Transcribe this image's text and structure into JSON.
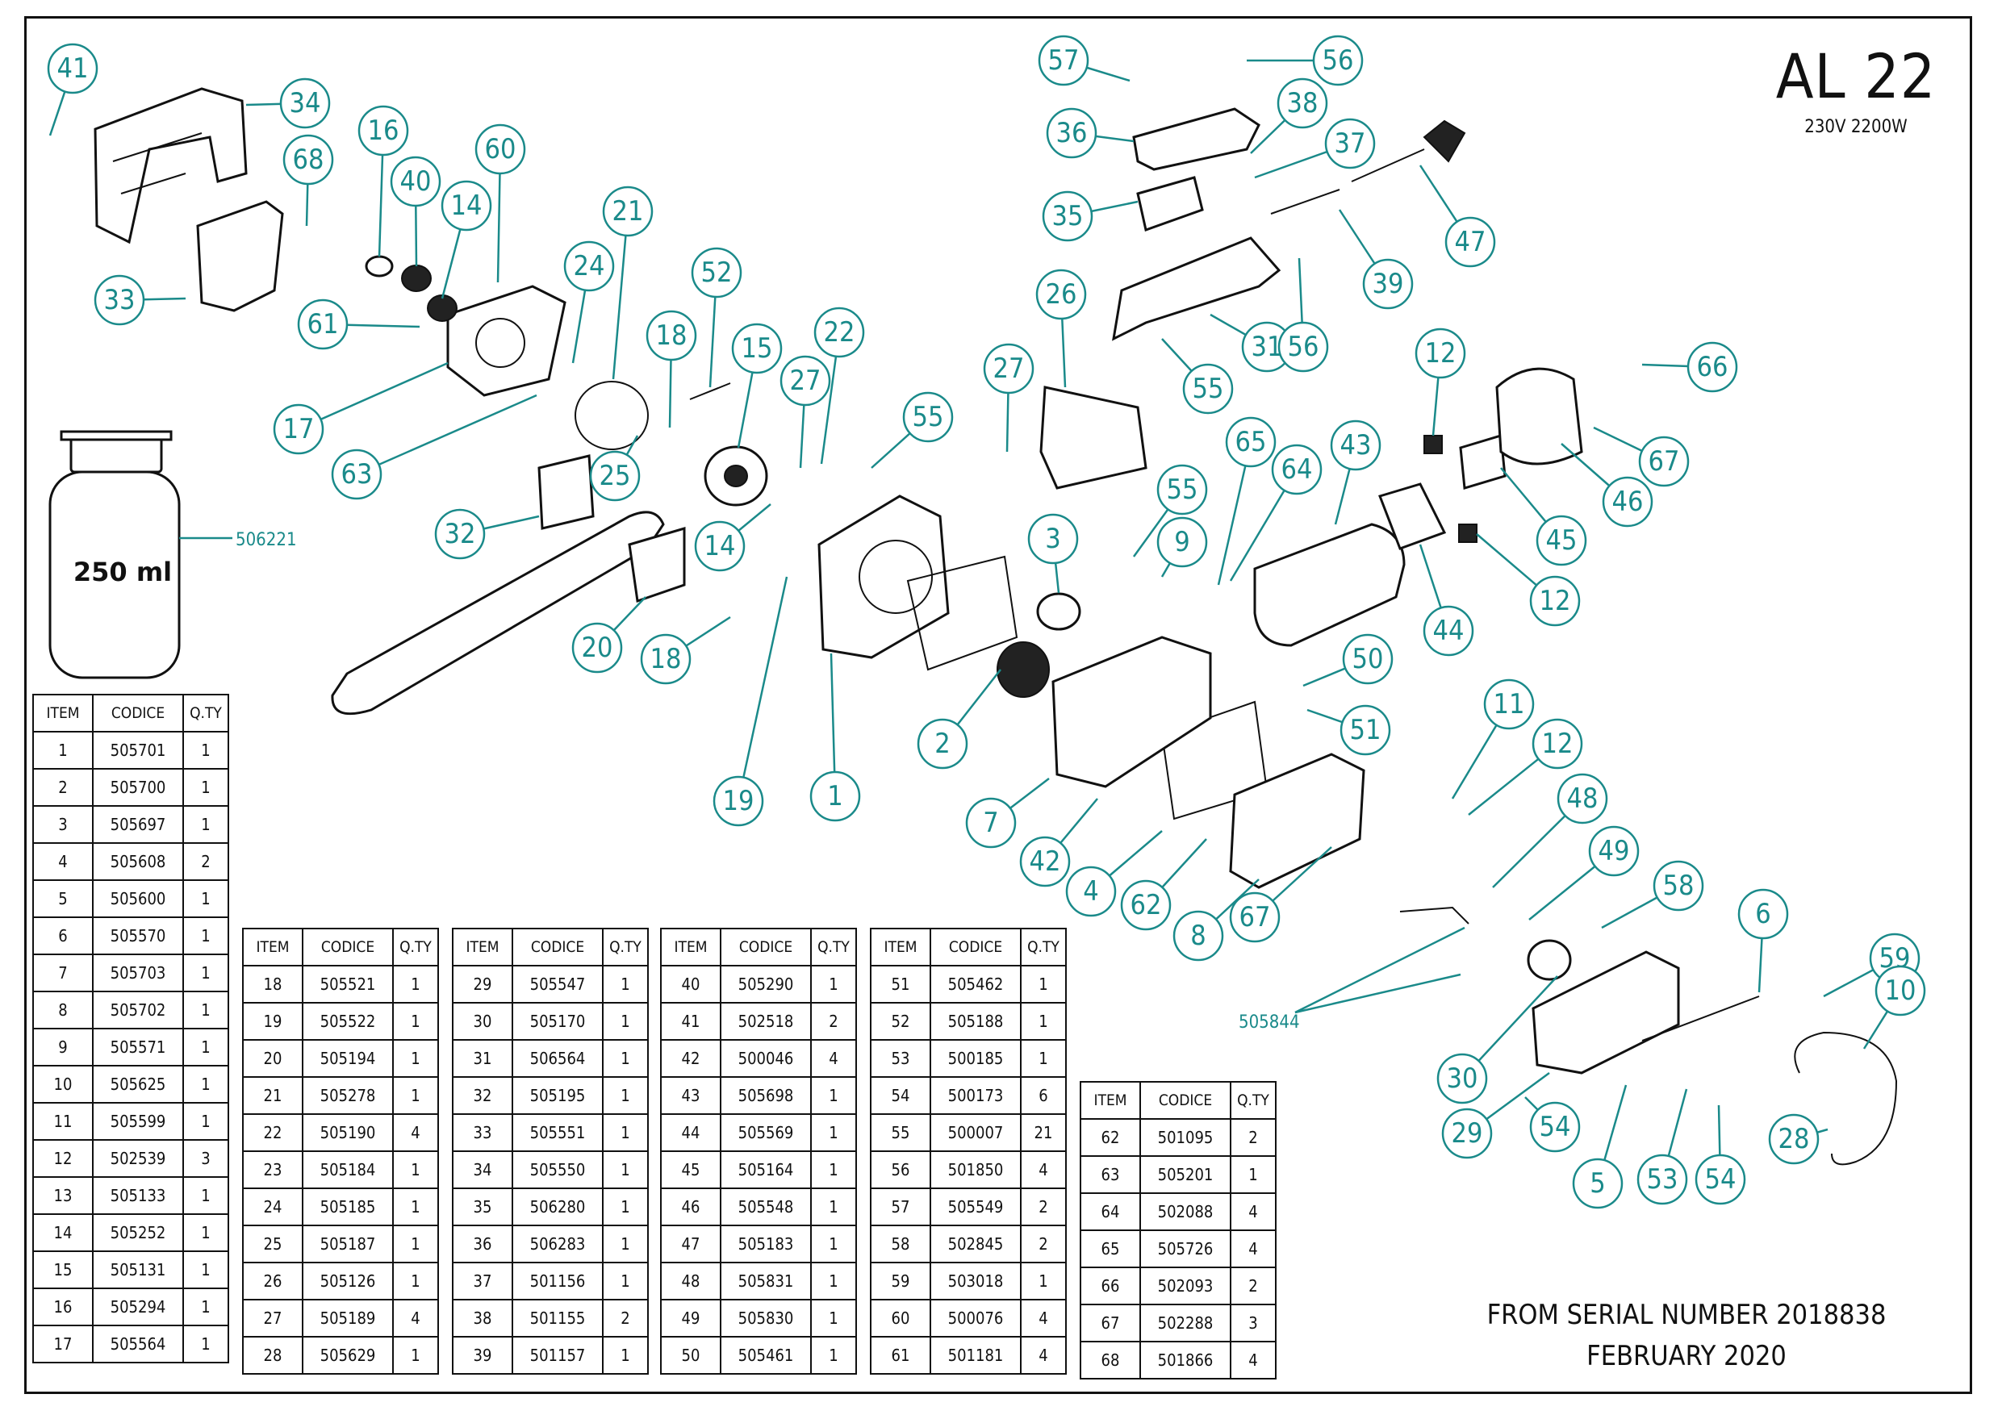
{
  "header": {
    "model": "AL 22",
    "rating": "230V 2200W"
  },
  "footer": {
    "line1": "FROM SERIAL NUMBER 2018838",
    "line2": "FEBRUARY 2020"
  },
  "bottle": {
    "label": "250 ml",
    "code": "506221"
  },
  "kit": {
    "code": "505844"
  },
  "columns": {
    "item": "ITEM",
    "code": "CODICE",
    "qty": "Q.TY"
  },
  "tables": [
    {
      "rows": [
        {
          "item": "1",
          "code": "505701",
          "qty": "1"
        },
        {
          "item": "2",
          "code": "505700",
          "qty": "1"
        },
        {
          "item": "3",
          "code": "505697",
          "qty": "1"
        },
        {
          "item": "4",
          "code": "505608",
          "qty": "2"
        },
        {
          "item": "5",
          "code": "505600",
          "qty": "1"
        },
        {
          "item": "6",
          "code": "505570",
          "qty": "1"
        },
        {
          "item": "7",
          "code": "505703",
          "qty": "1"
        },
        {
          "item": "8",
          "code": "505702",
          "qty": "1"
        },
        {
          "item": "9",
          "code": "505571",
          "qty": "1"
        },
        {
          "item": "10",
          "code": "505625",
          "qty": "1"
        },
        {
          "item": "11",
          "code": "505599",
          "qty": "1"
        },
        {
          "item": "12",
          "code": "502539",
          "qty": "3"
        },
        {
          "item": "13",
          "code": "505133",
          "qty": "1"
        },
        {
          "item": "14",
          "code": "505252",
          "qty": "1"
        },
        {
          "item": "15",
          "code": "505131",
          "qty": "1"
        },
        {
          "item": "16",
          "code": "505294",
          "qty": "1"
        },
        {
          "item": "17",
          "code": "505564",
          "qty": "1"
        }
      ]
    },
    {
      "rows": [
        {
          "item": "18",
          "code": "505521",
          "qty": "1"
        },
        {
          "item": "19",
          "code": "505522",
          "qty": "1"
        },
        {
          "item": "20",
          "code": "505194",
          "qty": "1"
        },
        {
          "item": "21",
          "code": "505278",
          "qty": "1"
        },
        {
          "item": "22",
          "code": "505190",
          "qty": "4"
        },
        {
          "item": "23",
          "code": "505184",
          "qty": "1"
        },
        {
          "item": "24",
          "code": "505185",
          "qty": "1"
        },
        {
          "item": "25",
          "code": "505187",
          "qty": "1"
        },
        {
          "item": "26",
          "code": "505126",
          "qty": "1"
        },
        {
          "item": "27",
          "code": "505189",
          "qty": "4"
        },
        {
          "item": "28",
          "code": "505629",
          "qty": "1"
        }
      ]
    },
    {
      "rows": [
        {
          "item": "29",
          "code": "505547",
          "qty": "1"
        },
        {
          "item": "30",
          "code": "505170",
          "qty": "1"
        },
        {
          "item": "31",
          "code": "506564",
          "qty": "1"
        },
        {
          "item": "32",
          "code": "505195",
          "qty": "1"
        },
        {
          "item": "33",
          "code": "505551",
          "qty": "1"
        },
        {
          "item": "34",
          "code": "505550",
          "qty": "1"
        },
        {
          "item": "35",
          "code": "506280",
          "qty": "1"
        },
        {
          "item": "36",
          "code": "506283",
          "qty": "1"
        },
        {
          "item": "37",
          "code": "501156",
          "qty": "1"
        },
        {
          "item": "38",
          "code": "501155",
          "qty": "2"
        },
        {
          "item": "39",
          "code": "501157",
          "qty": "1"
        }
      ]
    },
    {
      "rows": [
        {
          "item": "40",
          "code": "505290",
          "qty": "1"
        },
        {
          "item": "41",
          "code": "502518",
          "qty": "2"
        },
        {
          "item": "42",
          "code": "500046",
          "qty": "4"
        },
        {
          "item": "43",
          "code": "505698",
          "qty": "1"
        },
        {
          "item": "44",
          "code": "505569",
          "qty": "1"
        },
        {
          "item": "45",
          "code": "505164",
          "qty": "1"
        },
        {
          "item": "46",
          "code": "505548",
          "qty": "1"
        },
        {
          "item": "47",
          "code": "505183",
          "qty": "1"
        },
        {
          "item": "48",
          "code": "505831",
          "qty": "1"
        },
        {
          "item": "49",
          "code": "505830",
          "qty": "1"
        },
        {
          "item": "50",
          "code": "505461",
          "qty": "1"
        }
      ]
    },
    {
      "rows": [
        {
          "item": "51",
          "code": "505462",
          "qty": "1"
        },
        {
          "item": "52",
          "code": "505188",
          "qty": "1"
        },
        {
          "item": "53",
          "code": "500185",
          "qty": "1"
        },
        {
          "item": "54",
          "code": "500173",
          "qty": "6"
        },
        {
          "item": "55",
          "code": "500007",
          "qty": "21"
        },
        {
          "item": "56",
          "code": "501850",
          "qty": "4"
        },
        {
          "item": "57",
          "code": "505549",
          "qty": "2"
        },
        {
          "item": "58",
          "code": "502845",
          "qty": "2"
        },
        {
          "item": "59",
          "code": "503018",
          "qty": "1"
        },
        {
          "item": "60",
          "code": "500076",
          "qty": "4"
        },
        {
          "item": "61",
          "code": "501181",
          "qty": "4"
        }
      ]
    },
    {
      "rows": [
        {
          "item": "62",
          "code": "501095",
          "qty": "2"
        },
        {
          "item": "63",
          "code": "505201",
          "qty": "1"
        },
        {
          "item": "64",
          "code": "502088",
          "qty": "4"
        },
        {
          "item": "65",
          "code": "505726",
          "qty": "4"
        },
        {
          "item": "66",
          "code": "502093",
          "qty": "2"
        },
        {
          "item": "67",
          "code": "502288",
          "qty": "3"
        },
        {
          "item": "68",
          "code": "501866",
          "qty": "4"
        }
      ]
    }
  ],
  "callouts": [
    {
      "label": "41"
    },
    {
      "label": "34"
    },
    {
      "label": "33"
    },
    {
      "label": "68"
    },
    {
      "label": "16"
    },
    {
      "label": "40"
    },
    {
      "label": "14"
    },
    {
      "label": "60"
    },
    {
      "label": "61"
    },
    {
      "label": "17"
    },
    {
      "label": "63"
    },
    {
      "label": "24"
    },
    {
      "label": "21"
    },
    {
      "label": "18"
    },
    {
      "label": "52"
    },
    {
      "label": "15"
    },
    {
      "label": "22"
    },
    {
      "label": "27"
    },
    {
      "label": "55"
    },
    {
      "label": "25"
    },
    {
      "label": "14"
    },
    {
      "label": "32"
    },
    {
      "label": "20"
    },
    {
      "label": "18"
    },
    {
      "label": "19"
    },
    {
      "label": "1"
    },
    {
      "label": "2"
    },
    {
      "label": "3"
    },
    {
      "label": "27"
    },
    {
      "label": "26"
    },
    {
      "label": "55"
    },
    {
      "label": "9"
    },
    {
      "label": "65"
    },
    {
      "label": "64"
    },
    {
      "label": "43"
    },
    {
      "label": "7"
    },
    {
      "label": "42"
    },
    {
      "label": "4"
    },
    {
      "label": "62"
    },
    {
      "label": "8"
    },
    {
      "label": "67"
    },
    {
      "label": "50"
    },
    {
      "label": "51"
    },
    {
      "label": "44"
    },
    {
      "label": "12"
    },
    {
      "label": "45"
    },
    {
      "label": "12"
    },
    {
      "label": "46"
    },
    {
      "label": "67"
    },
    {
      "label": "66"
    },
    {
      "label": "57"
    },
    {
      "label": "56"
    },
    {
      "label": "36"
    },
    {
      "label": "38"
    },
    {
      "label": "37"
    },
    {
      "label": "35"
    },
    {
      "label": "47"
    },
    {
      "label": "39"
    },
    {
      "label": "31"
    },
    {
      "label": "56"
    },
    {
      "label": "55"
    },
    {
      "label": "11"
    },
    {
      "label": "12"
    },
    {
      "label": "48"
    },
    {
      "label": "49"
    },
    {
      "label": "58"
    },
    {
      "label": "6"
    },
    {
      "label": "59"
    },
    {
      "label": "10"
    },
    {
      "label": "30"
    },
    {
      "label": "29"
    },
    {
      "label": "54"
    },
    {
      "label": "5"
    },
    {
      "label": "53"
    },
    {
      "label": "54"
    },
    {
      "label": "28"
    }
  ]
}
